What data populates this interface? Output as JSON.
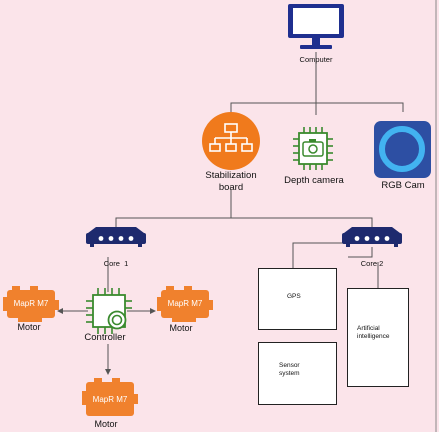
{
  "nodes": {
    "computer": {
      "label": "Computer"
    },
    "stabilization_board": {
      "label": "Stabilization\nboard"
    },
    "depth_camera": {
      "label": "Depth camera"
    },
    "rgb_cam": {
      "label": "RGB Cam"
    },
    "core1": {
      "label": "Core  1"
    },
    "core2": {
      "label": "Core 2"
    },
    "controller": {
      "label": "Controller"
    },
    "motor_left": {
      "label": "Motor",
      "badge": "MapR M7"
    },
    "motor_right": {
      "label": "Motor",
      "badge": "MapR M7"
    },
    "motor_bottom": {
      "label": "Motor",
      "badge": "MapR M7"
    },
    "gps": {
      "label": "GPS"
    },
    "sensor_system": {
      "label": "Sensor\nsystem"
    },
    "artificial_intelligence": {
      "label": "Artificial\nintelligence"
    }
  },
  "colors": {
    "background": "#fbe4ea",
    "monitor": "#1f2f8f",
    "board_orange": "#f07a1c",
    "chip_green": "#3a8a2e",
    "rgb_tile": "#2d4fa3",
    "rgb_ring": "#42b3f0",
    "hub_navy": "#1e2a6e",
    "motor_orange": "#f0812d",
    "line": "#555555"
  },
  "icons": {
    "computer": "monitor-icon",
    "stabilization_board": "hierarchy-icon",
    "depth_camera": "chip-camera-icon",
    "rgb_cam": "ring-camera-icon",
    "core": "network-hub-icon",
    "controller": "chip-icon",
    "motor": "engine-icon"
  }
}
